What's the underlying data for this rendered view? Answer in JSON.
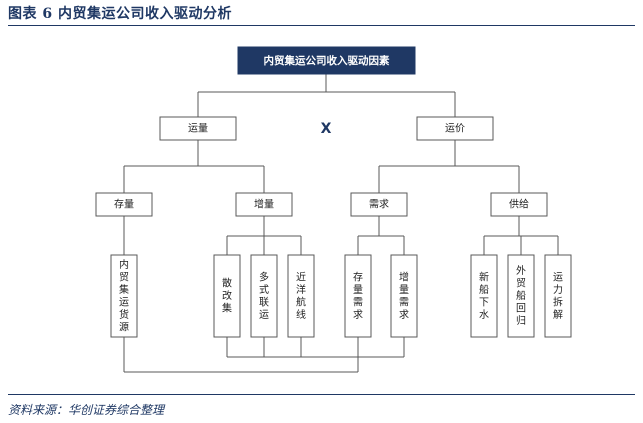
{
  "figure": {
    "title": "图表 6  内贸集运公司收入驱动分析",
    "source": "资料来源：华创证券综合整理"
  },
  "diagram": {
    "root": "内贸集运公司收入驱动因素",
    "operator": "X",
    "level1": {
      "volume": "运量",
      "price": "运价"
    },
    "level2": {
      "stock": "存量",
      "increment": "增量",
      "demand": "需求",
      "supply": "供给"
    },
    "leaves": {
      "domestic_cargo": "内贸集运货源",
      "bulk_to_container": "散改集",
      "multimodal": "多式联运",
      "ocean_shift": "近洋航线",
      "stock_demand": "存量需求",
      "incremental_demand": "增量需求",
      "new_ships": "新船下水",
      "foreign_ships_return": "外贸船回归",
      "capacity_scrapping": "运力拆解"
    }
  }
}
